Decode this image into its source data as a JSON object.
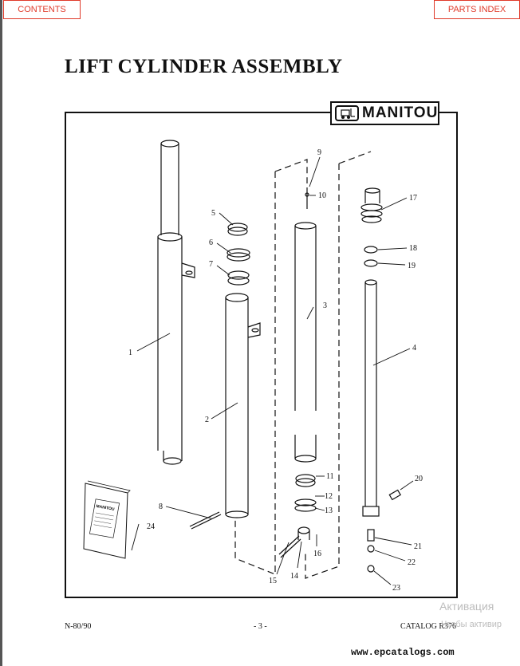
{
  "nav": {
    "contents": "CONTENTS",
    "parts_index": "PARTS INDEX"
  },
  "title": "LIFT CYLINDER ASSEMBLY",
  "logo": {
    "text": "MANITOU",
    "icon": "forklift-icon"
  },
  "callouts": [
    "1",
    "2",
    "3",
    "4",
    "5",
    "6",
    "7",
    "8",
    "9",
    "10",
    "11",
    "12",
    "13",
    "14",
    "15",
    "16",
    "17",
    "18",
    "19",
    "20",
    "21",
    "22",
    "23",
    "24"
  ],
  "manual_label": "MANITOU",
  "footer": {
    "left": "N-80/90",
    "center": "- 3 -",
    "right": "CATALOG R376"
  },
  "watermark": {
    "line1": "Активация",
    "line2": "Чтобы активир"
  },
  "site": "www.epcatalogs.com"
}
